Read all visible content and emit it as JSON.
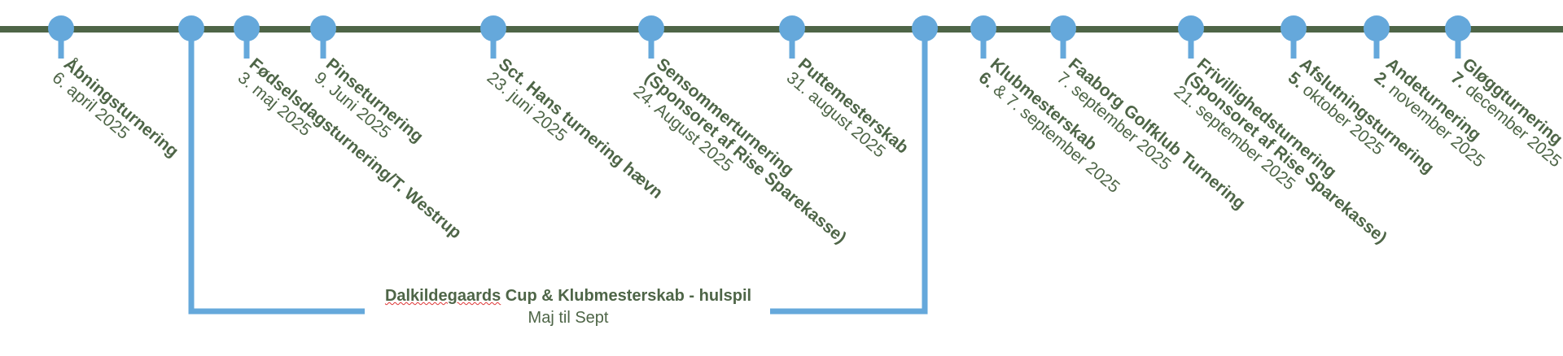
{
  "colors": {
    "axis": "#4e6547",
    "marker": "#65a8db",
    "text": "#4e6547"
  },
  "events": [
    {
      "title": "Åbningsturnering",
      "date": "6. april 2025"
    },
    {
      "title": "Fødselsdagsturnering/T. Westrup",
      "date": "3. maj 2025"
    },
    {
      "title": "Pinseturnering",
      "date": "9. Juni 2025"
    },
    {
      "title": "Sct. Hans turnering hævn",
      "date": "23. juni 2025"
    },
    {
      "title": "Sensommerturnering",
      "title2": "(Sponsoret af Rise Sparekasse)",
      "date": "24. August 2025"
    },
    {
      "title": "Puttemesterskab",
      "date": "31. august 2025"
    },
    {
      "title": "Klubmesterskab",
      "date_bold": "6.",
      "date": " & 7. september 2025"
    },
    {
      "title": "Faaborg Golfklub Turnering",
      "date": "7. september 2025"
    },
    {
      "title": "Frivillighedsturnering",
      "title2": "(Sponsoret af Rise Sparekasse)",
      "date": "21. september 2025"
    },
    {
      "title": "Afslutningsturnering",
      "date_bold": "5.",
      "date": " oktober 2025"
    },
    {
      "title": "Andeturnering",
      "date_bold": "2.",
      "date": " november 2025"
    },
    {
      "title": "Gløggturnering",
      "date_bold": "7.",
      "date": " december 2025"
    }
  ],
  "cup": {
    "title_part1": "Dalkildegaards",
    "title_part2": " Cup & Klubmesterskab - hulspil",
    "period": "Maj til Sept"
  }
}
